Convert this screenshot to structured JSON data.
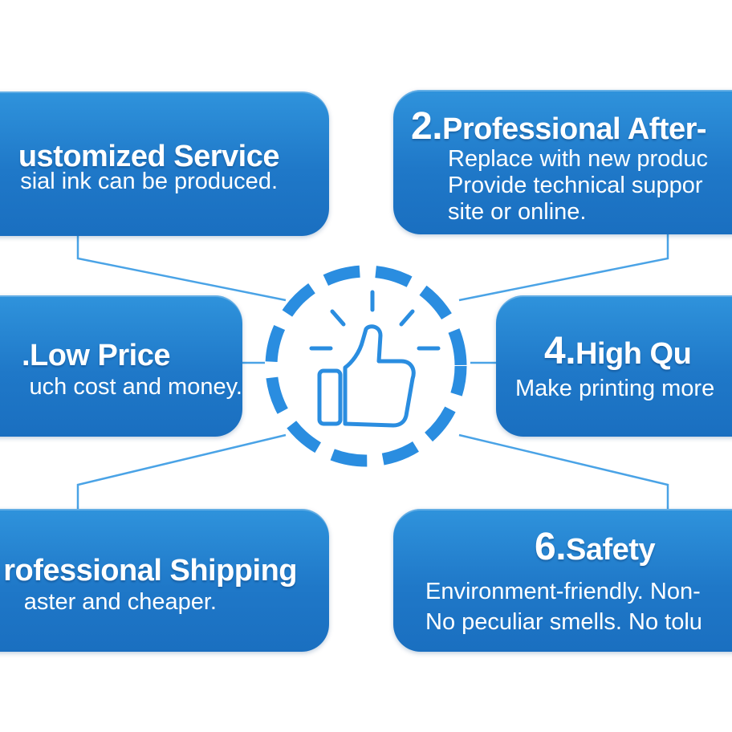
{
  "colors": {
    "card_top": "#2f93dc",
    "card_bottom": "#1a6fc0",
    "accent": "#2a8de0",
    "connector": "#4aa3e6",
    "text": "#ffffff"
  },
  "center": {
    "icon": "thumbs-up-icon"
  },
  "cards": [
    {
      "number": "",
      "title": "ustomized Service",
      "lines": [
        "sial ink can be produced."
      ]
    },
    {
      "number": "2.",
      "title": "Professional After-",
      "lines": [
        "Replace with new produc",
        "Provide technical suppor",
        "site or online."
      ]
    },
    {
      "number": "",
      "title": ".Low Price",
      "lines": [
        "uch cost and money."
      ]
    },
    {
      "number": "4.",
      "title": "High Qu",
      "lines": [
        "Make printing more"
      ]
    },
    {
      "number": "",
      "title": "rofessional Shipping",
      "lines": [
        "aster and cheaper."
      ]
    },
    {
      "number": "6.",
      "title": "Safety",
      "lines": [
        "Environment-friendly. Non-",
        "No peculiar smells. No tolu"
      ]
    }
  ]
}
